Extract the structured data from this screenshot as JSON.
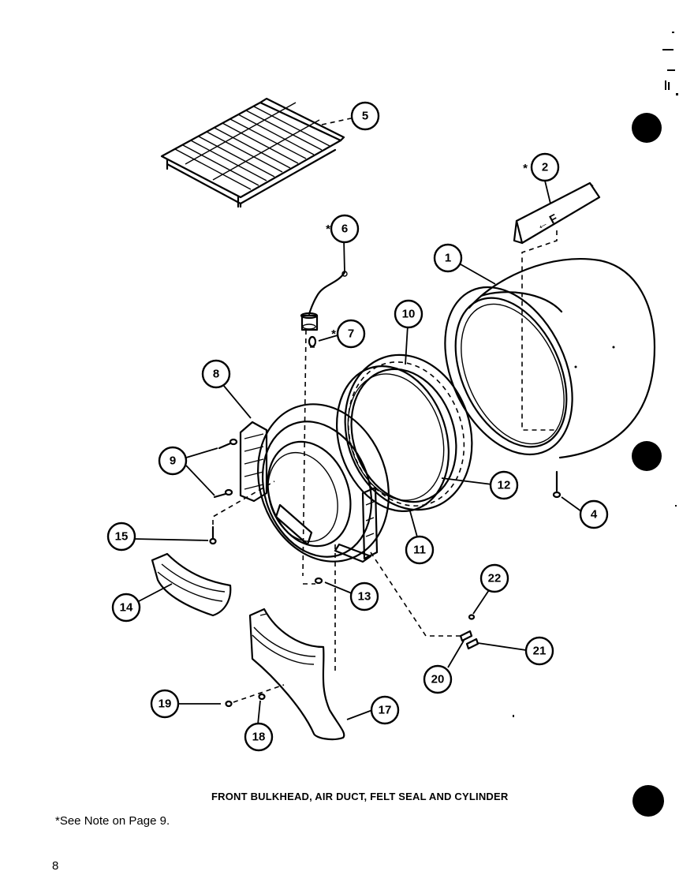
{
  "figure": {
    "caption": "FRONT BULKHEAD, AIR DUCT, FELT SEAL AND CYLINDER",
    "footnote": "*See Note on Page 9.",
    "page_number": "8"
  },
  "callouts": [
    {
      "id": "1",
      "label": "1",
      "starred": false
    },
    {
      "id": "2",
      "label": "2",
      "starred": true
    },
    {
      "id": "4",
      "label": "4",
      "starred": false
    },
    {
      "id": "5",
      "label": "5",
      "starred": false
    },
    {
      "id": "6",
      "label": "6",
      "starred": true
    },
    {
      "id": "7",
      "label": "7",
      "starred": true
    },
    {
      "id": "8",
      "label": "8",
      "starred": false
    },
    {
      "id": "9",
      "label": "9",
      "starred": false
    },
    {
      "id": "10",
      "label": "10",
      "starred": false
    },
    {
      "id": "11",
      "label": "11",
      "starred": false
    },
    {
      "id": "12",
      "label": "12",
      "starred": false
    },
    {
      "id": "13",
      "label": "13",
      "starred": false
    },
    {
      "id": "14",
      "label": "14",
      "starred": false
    },
    {
      "id": "15",
      "label": "15",
      "starred": false
    },
    {
      "id": "17",
      "label": "17",
      "starred": false
    },
    {
      "id": "18",
      "label": "18",
      "starred": false
    },
    {
      "id": "19",
      "label": "19",
      "starred": false
    },
    {
      "id": "20",
      "label": "20",
      "starred": false
    },
    {
      "id": "21",
      "label": "21",
      "starred": false
    },
    {
      "id": "22",
      "label": "22",
      "starred": false
    }
  ],
  "marks": {
    "star": "*",
    "arrow_label": "F",
    "tick": "I"
  }
}
